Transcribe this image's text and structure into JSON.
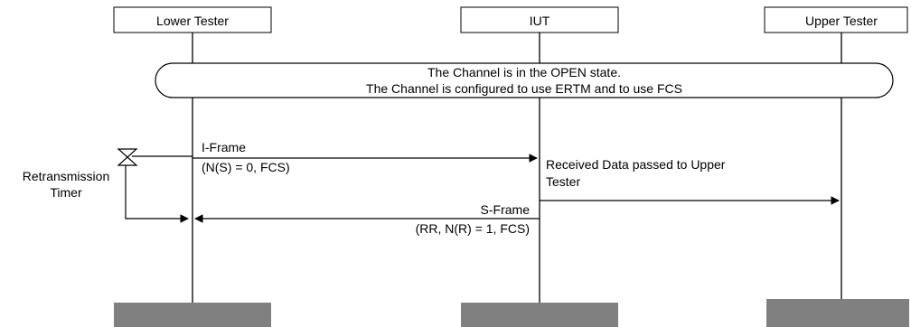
{
  "participants": {
    "lower_tester": "Lower Tester",
    "iut": "IUT",
    "upper_tester": "Upper Tester"
  },
  "state_box": {
    "line1": "The Channel is in the OPEN state.",
    "line2": "The Channel is configured to use ERTM and to use FCS"
  },
  "messages": {
    "i_frame": {
      "label": "I-Frame",
      "params": "(N(S) = 0, FCS)"
    },
    "data_to_upper": {
      "line1": "Received Data passed to Upper",
      "line2": "Tester"
    },
    "s_frame": {
      "label": "S-Frame",
      "params": "(RR, N(R) = 1, FCS)"
    }
  },
  "timer": {
    "line1": "Retransmission",
    "line2": "Timer"
  },
  "colors": {
    "line": "#000000",
    "footer_box": "#808080",
    "background": "#ffffff"
  }
}
